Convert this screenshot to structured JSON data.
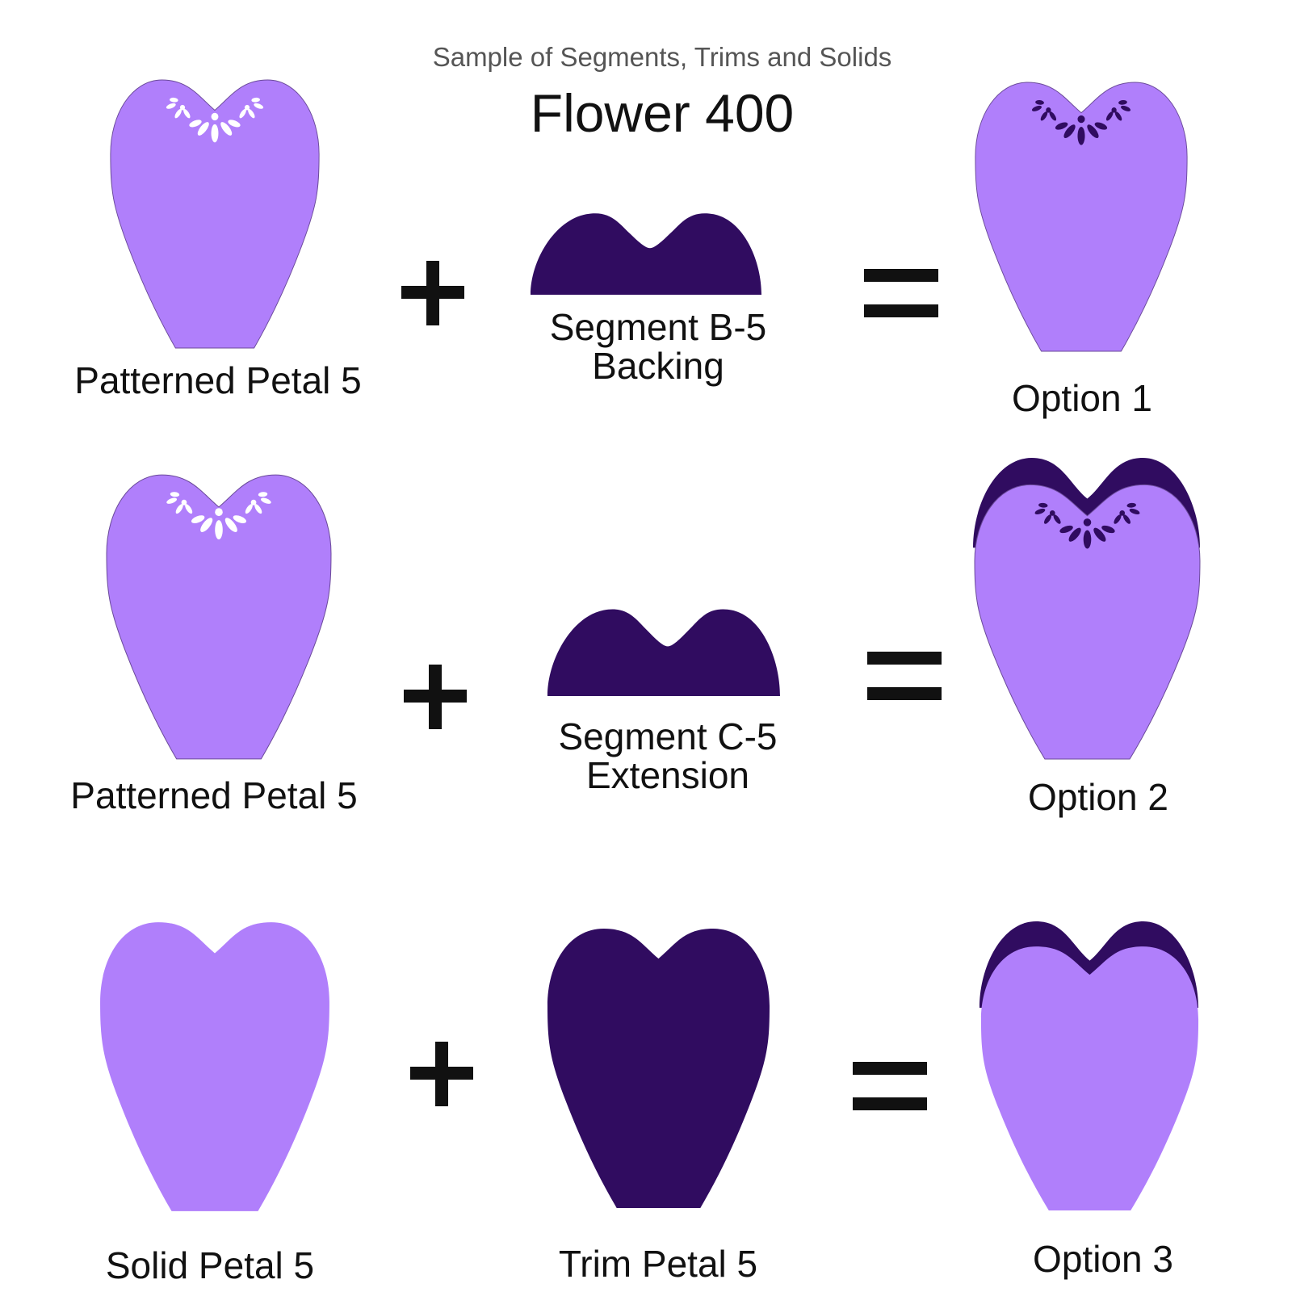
{
  "header": {
    "subtitle": "Sample of Segments, Trims and Solids",
    "title": "Flower 400"
  },
  "colors": {
    "light_petal": "#b07ffb",
    "dark_purple": "#300c60",
    "cutout": "#ffffff",
    "text": "#111111"
  },
  "rows": [
    {
      "left_label": "Patterned Petal 5",
      "middle_label_line1": "Segment B-5",
      "middle_label_line2": "Backing",
      "result_label": "Option 1",
      "operator_plus": "+",
      "operator_equals": "="
    },
    {
      "left_label": "Patterned Petal 5",
      "middle_label_line1": "Segment C-5",
      "middle_label_line2": "Extension",
      "result_label": "Option 2",
      "operator_plus": "+",
      "operator_equals": "="
    },
    {
      "left_label": "Solid Petal 5",
      "middle_label_line1": "Trim Petal 5",
      "result_label": "Option 3",
      "operator_plus": "+",
      "operator_equals": "="
    }
  ]
}
